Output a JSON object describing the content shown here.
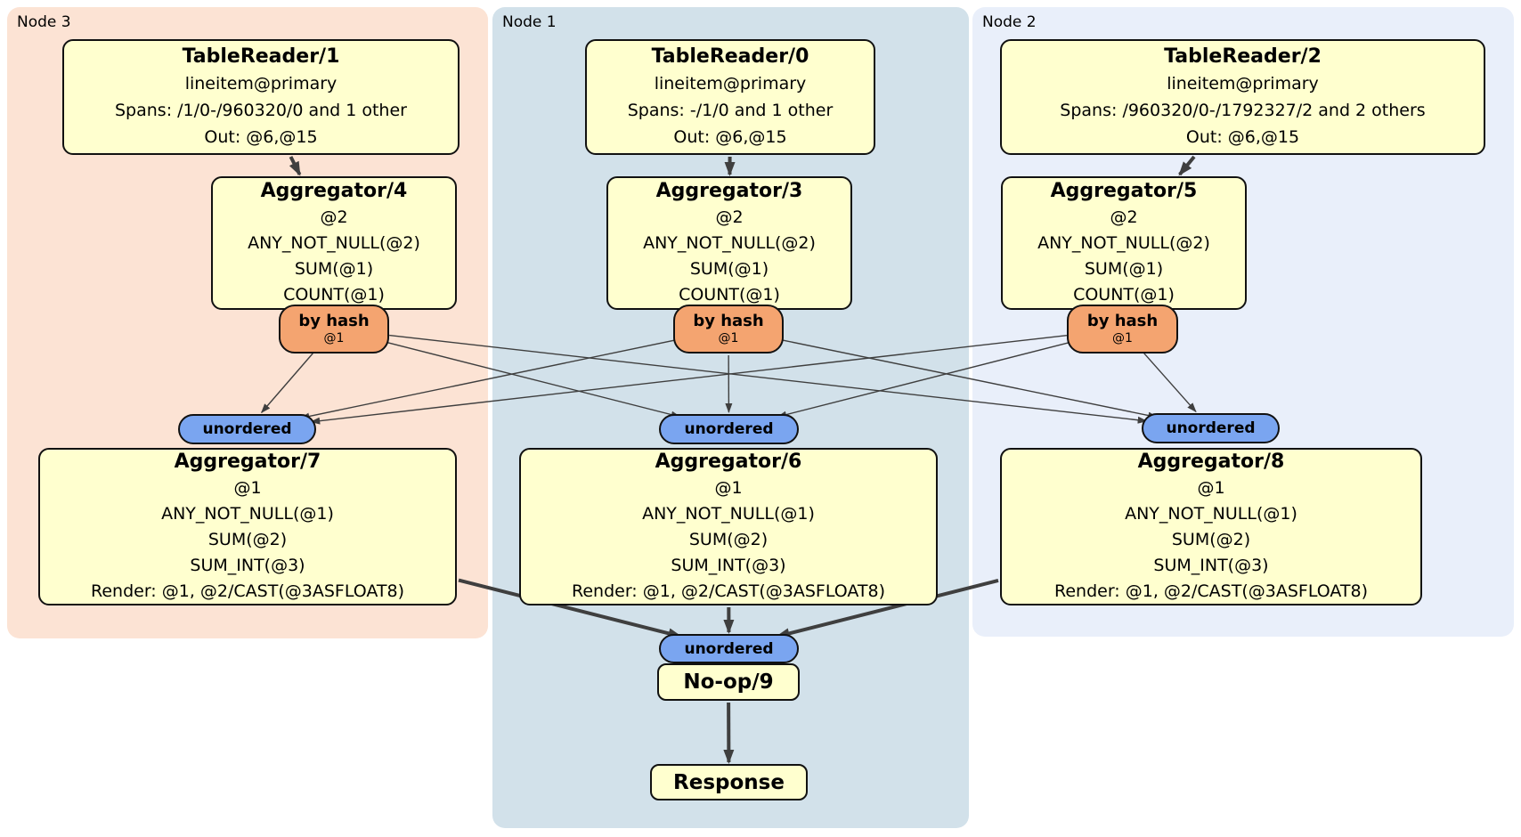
{
  "regions": [
    {
      "id": "node3",
      "label": "Node 3"
    },
    {
      "id": "node1",
      "label": "Node 1"
    },
    {
      "id": "node2",
      "label": "Node 2"
    }
  ],
  "nodes": {
    "tr1": {
      "title": "TableReader/1",
      "lines": [
        "lineitem@primary",
        "Spans: /1/0-/960320/0 and 1 other",
        "Out: @6,@15"
      ]
    },
    "tr0": {
      "title": "TableReader/0",
      "lines": [
        "lineitem@primary",
        "Spans: -/1/0 and 1 other",
        "Out: @6,@15"
      ]
    },
    "tr2": {
      "title": "TableReader/2",
      "lines": [
        "lineitem@primary",
        "Spans: /960320/0-/1792327/2 and 2 others",
        "Out: @6,@15"
      ]
    },
    "agg4": {
      "title": "Aggregator/4",
      "lines": [
        "@2",
        "ANY_NOT_NULL(@2)",
        "SUM(@1)",
        "COUNT(@1)"
      ]
    },
    "agg3": {
      "title": "Aggregator/3",
      "lines": [
        "@2",
        "ANY_NOT_NULL(@2)",
        "SUM(@1)",
        "COUNT(@1)"
      ]
    },
    "agg5": {
      "title": "Aggregator/5",
      "lines": [
        "@2",
        "ANY_NOT_NULL(@2)",
        "SUM(@1)",
        "COUNT(@1)"
      ]
    },
    "router4": {
      "title": "by hash",
      "sub": "@1"
    },
    "router3": {
      "title": "by hash",
      "sub": "@1"
    },
    "router5": {
      "title": "by hash",
      "sub": "@1"
    },
    "sync7": {
      "label": "unordered"
    },
    "sync6": {
      "label": "unordered"
    },
    "sync8": {
      "label": "unordered"
    },
    "agg7": {
      "title": "Aggregator/7",
      "lines": [
        "@1",
        "ANY_NOT_NULL(@1)",
        "SUM(@2)",
        "SUM_INT(@3)",
        "Render: @1, @2/CAST(@3ASFLOAT8)"
      ]
    },
    "agg6": {
      "title": "Aggregator/6",
      "lines": [
        "@1",
        "ANY_NOT_NULL(@1)",
        "SUM(@2)",
        "SUM_INT(@3)",
        "Render: @1, @2/CAST(@3ASFLOAT8)"
      ]
    },
    "agg8": {
      "title": "Aggregator/8",
      "lines": [
        "@1",
        "ANY_NOT_NULL(@1)",
        "SUM(@2)",
        "SUM_INT(@3)",
        "Render: @1, @2/CAST(@3ASFLOAT8)"
      ]
    },
    "syncFinal": {
      "label": "unordered"
    },
    "noop": {
      "title": "No-op/9"
    },
    "response": {
      "title": "Response"
    }
  },
  "edges": [
    {
      "from": "tr1",
      "to": "agg4",
      "style": "thick"
    },
    {
      "from": "tr0",
      "to": "agg3",
      "style": "thick"
    },
    {
      "from": "tr2",
      "to": "agg5",
      "style": "thick"
    },
    {
      "from": "router4",
      "to": "sync7",
      "style": "thin"
    },
    {
      "from": "router4",
      "to": "sync6",
      "style": "thin"
    },
    {
      "from": "router4",
      "to": "sync8",
      "style": "thin"
    },
    {
      "from": "router3",
      "to": "sync7",
      "style": "thin"
    },
    {
      "from": "router3",
      "to": "sync6",
      "style": "thin"
    },
    {
      "from": "router3",
      "to": "sync8",
      "style": "thin"
    },
    {
      "from": "router5",
      "to": "sync7",
      "style": "thin"
    },
    {
      "from": "router5",
      "to": "sync6",
      "style": "thin"
    },
    {
      "from": "router5",
      "to": "sync8",
      "style": "thin"
    },
    {
      "from": "agg7",
      "to": "syncFinal",
      "style": "thick"
    },
    {
      "from": "agg6",
      "to": "syncFinal",
      "style": "thick"
    },
    {
      "from": "agg8",
      "to": "syncFinal",
      "style": "thick"
    },
    {
      "from": "noop",
      "to": "response",
      "style": "thick"
    }
  ],
  "colors": {
    "node3_bg": "#fce3d4",
    "node1_bg": "#d2e1ea",
    "node2_bg": "#e9effa",
    "box_fill": "#ffffcf",
    "router_fill": "#f4a470",
    "sync_fill": "#7aa5f0",
    "edge": "#3f3f3f",
    "border": "#111111"
  }
}
